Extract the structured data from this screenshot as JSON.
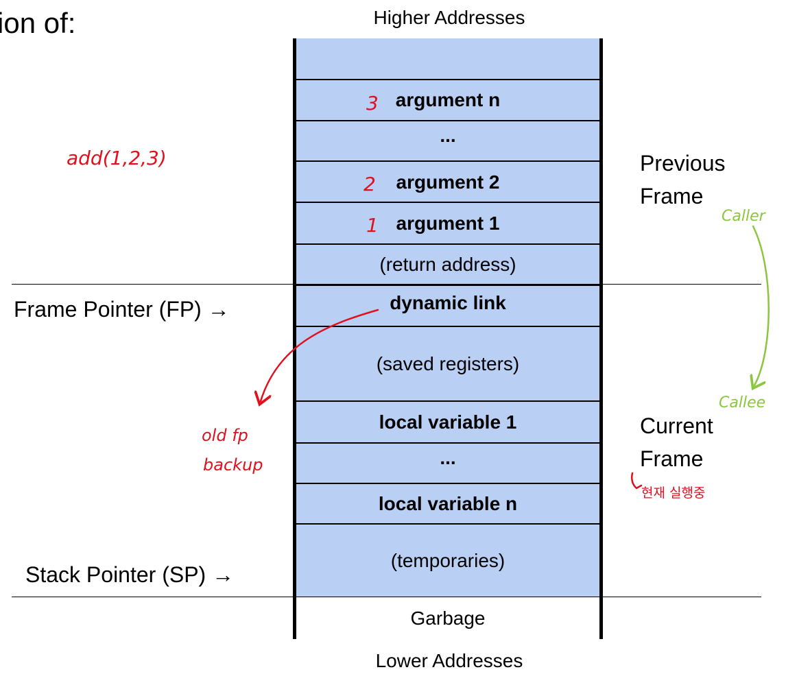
{
  "title_fragment": "ion of:",
  "addresses": {
    "higher": "Higher Addresses",
    "lower": "Lower Addresses"
  },
  "stack_cells": [
    {
      "label": "",
      "bold": false
    },
    {
      "label": "argument n",
      "bold": true
    },
    {
      "label": "...",
      "bold": true
    },
    {
      "label": "argument 2",
      "bold": true
    },
    {
      "label": "argument 1",
      "bold": true
    },
    {
      "label": "(return address)",
      "bold": false
    },
    {
      "label": "dynamic link",
      "bold": true
    },
    {
      "label": "(saved registers)",
      "bold": false
    },
    {
      "label": "local variable 1",
      "bold": true
    },
    {
      "label": "...",
      "bold": true
    },
    {
      "label": "local variable n",
      "bold": true
    },
    {
      "label": "(temporaries)",
      "bold": false
    }
  ],
  "garbage_label": "Garbage",
  "pointers": {
    "frame_pointer": "Frame Pointer (FP) →",
    "stack_pointer": "Stack Pointer (SP) →"
  },
  "frames": {
    "previous": "Previous\nFrame",
    "current": "Current\nFrame"
  },
  "annotations": {
    "call_expr": "add(1,2,3)",
    "arg_n_num": "3",
    "arg_2_num": "2",
    "arg_1_num": "1",
    "old_fp": "old fp",
    "backup": "backup",
    "caller": "Caller",
    "callee": "Callee",
    "executing": "현재 실행중",
    "red_color": "#e0101e",
    "green_color": "#8cc63f"
  },
  "colors": {
    "stack_fill": "#b9cff3"
  }
}
